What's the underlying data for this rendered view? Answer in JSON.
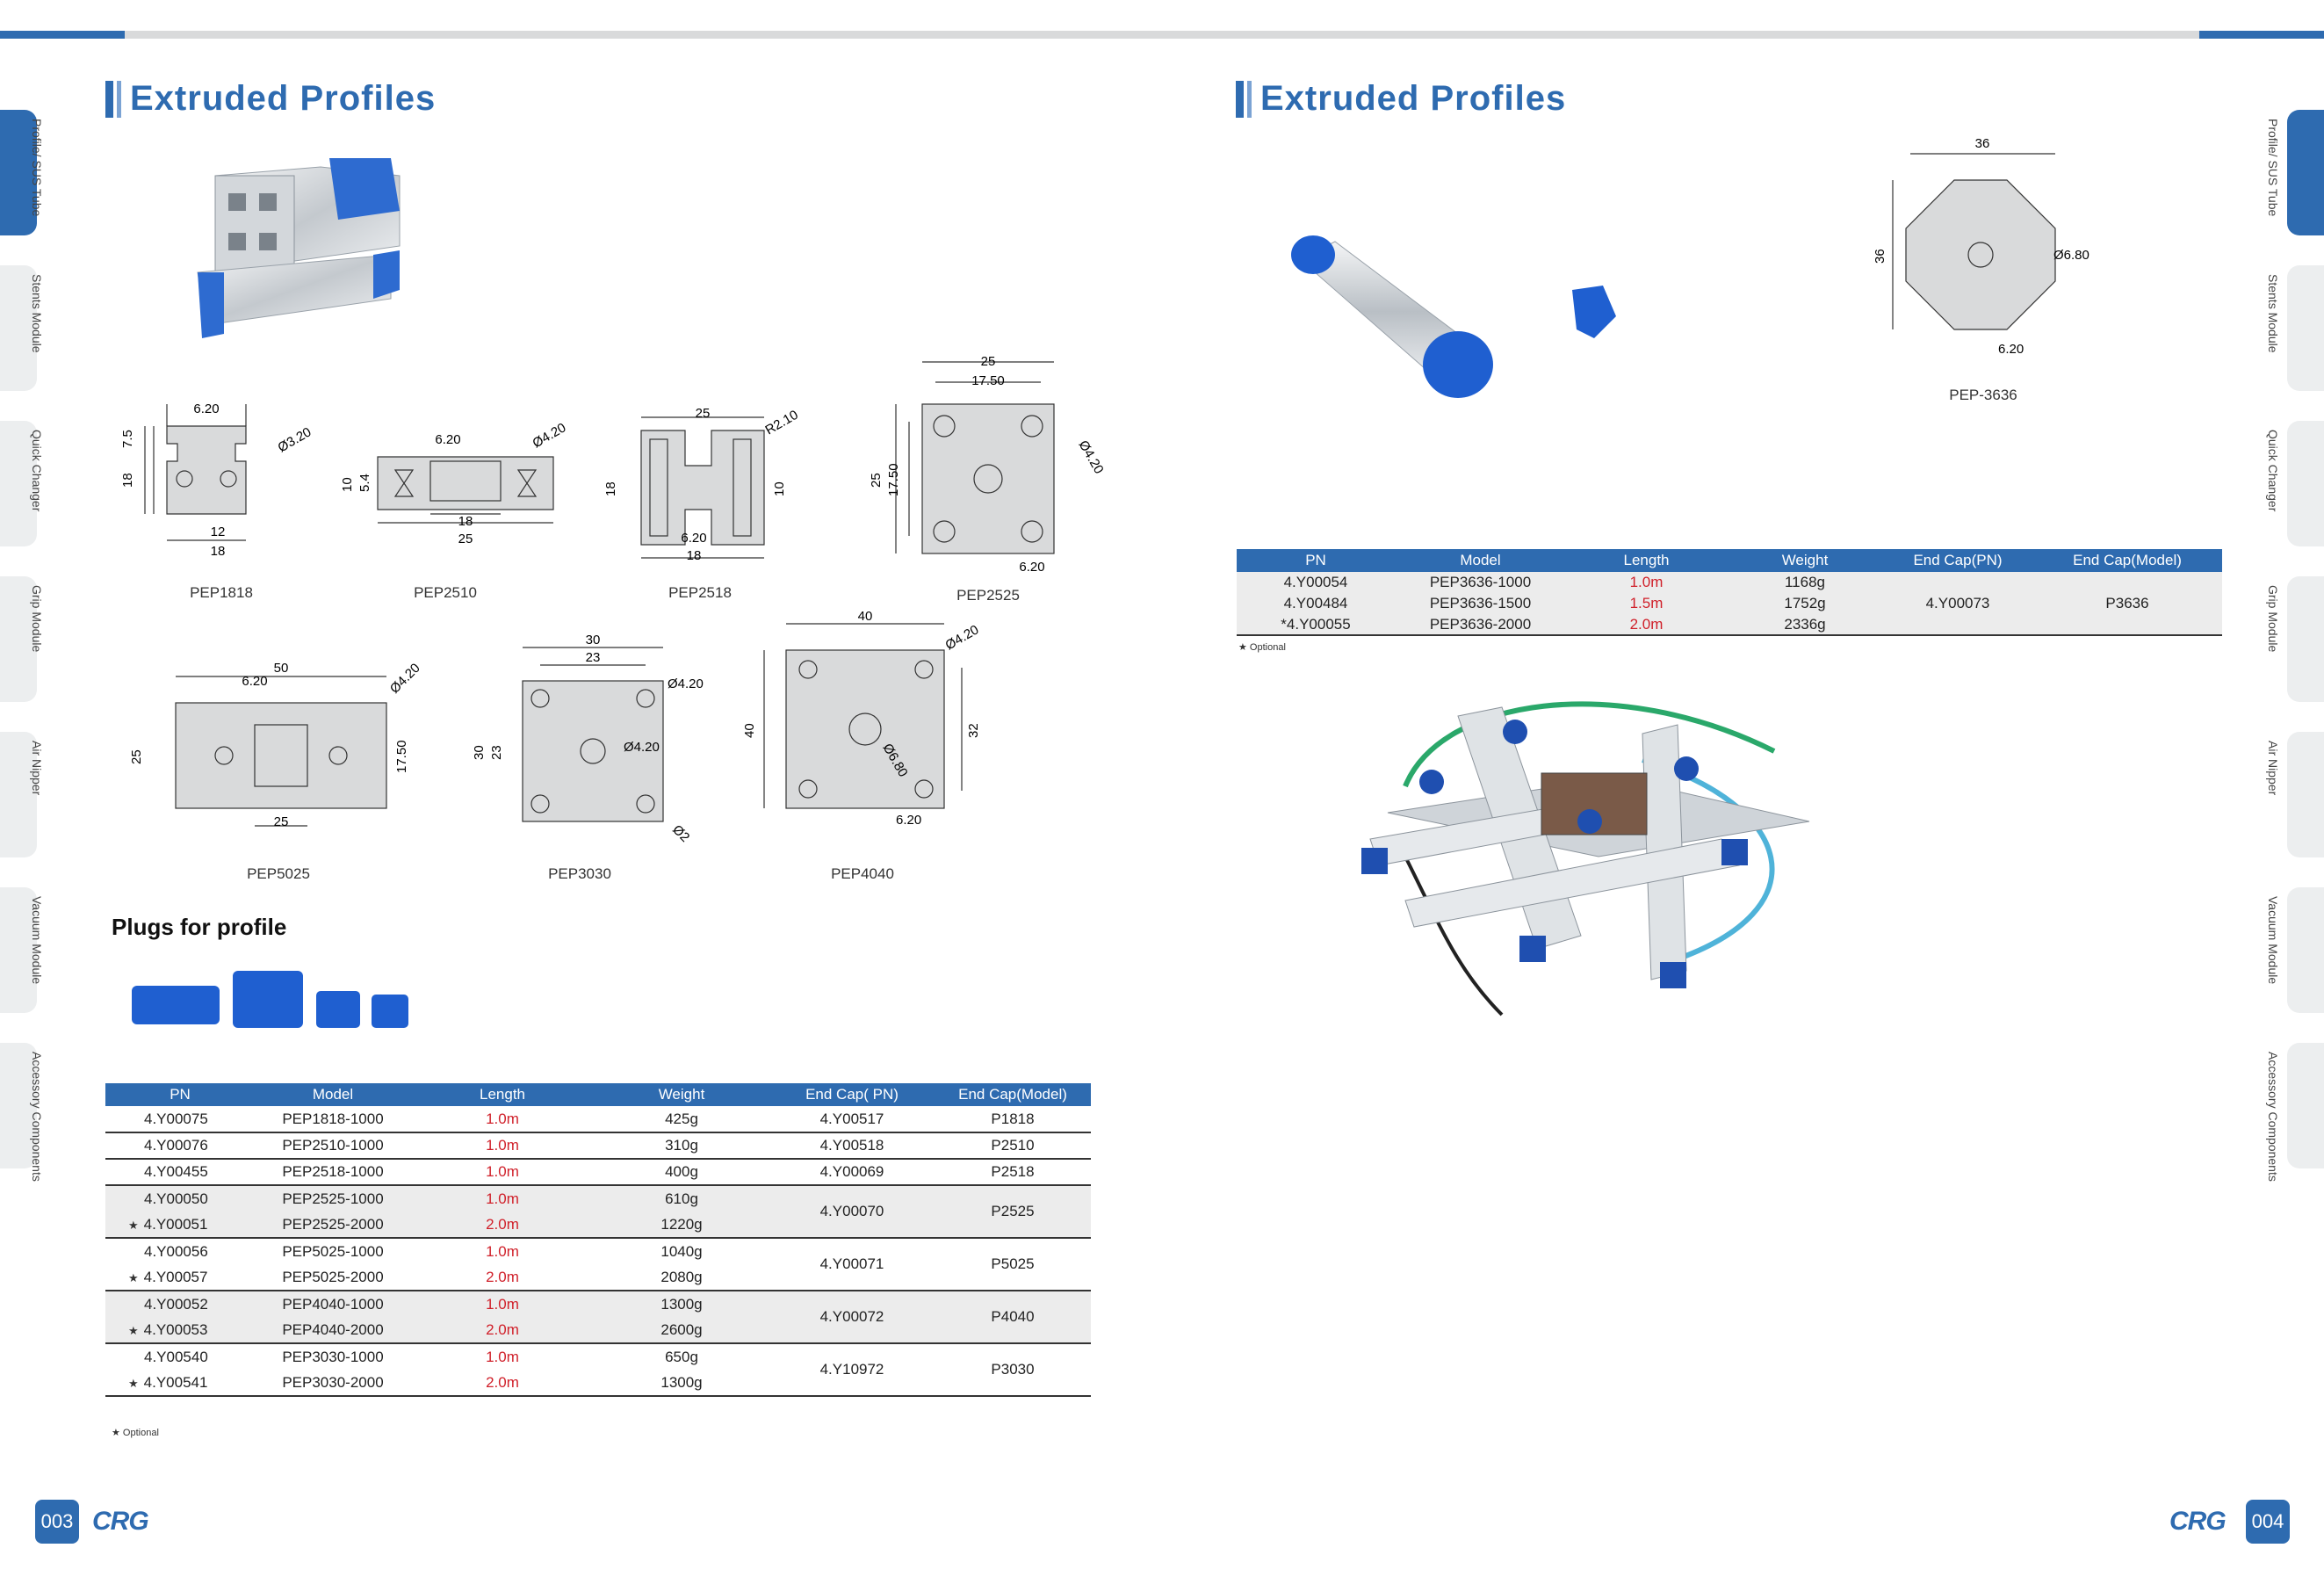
{
  "left": {
    "title": "Extruded Profiles",
    "drawings": [
      "PEP1818",
      "PEP2510",
      "PEP2518",
      "PEP2525",
      "PEP5025",
      "PEP3030",
      "PEP4040"
    ],
    "dims": {
      "pep1818": [
        "6.20",
        "7.5",
        "18",
        "Ø3.20",
        "12",
        "18"
      ],
      "pep2510": [
        "6.20",
        "Ø4.20",
        "10",
        "5.4",
        "18",
        "25"
      ],
      "pep2518": [
        "25",
        "R2.10",
        "18",
        "10",
        "6.20",
        "18"
      ],
      "pep2525": [
        "25",
        "17.50",
        "25",
        "17.50",
        "Ø4.20",
        "6.20"
      ],
      "pep5025": [
        "50",
        "6.20",
        "Ø4.20",
        "25",
        "17.50",
        "25"
      ],
      "pep3030": [
        "30",
        "23",
        "Ø4.20",
        "30",
        "23",
        "Ø4.20",
        "Ø2"
      ],
      "pep4040": [
        "40",
        "Ø4.20",
        "40",
        "32",
        "Ø6.80",
        "6.20"
      ]
    },
    "plugs_title": "Plugs for profile",
    "table": {
      "headers": [
        "PN",
        "Model",
        "Length",
        "Weight",
        "End Cap( PN)",
        "End Cap(Model)"
      ],
      "groups": [
        {
          "rows": [
            {
              "pn": "4.Y00075",
              "model": "PEP1818-1000",
              "length": "1.0m",
              "weight": "425g",
              "star": false
            }
          ],
          "cap_pn": "4.Y00517",
          "cap_model": "P1818",
          "shade": false
        },
        {
          "rows": [
            {
              "pn": "4.Y00076",
              "model": "PEP2510-1000",
              "length": "1.0m",
              "weight": "310g",
              "star": false
            }
          ],
          "cap_pn": "4.Y00518",
          "cap_model": "P2510",
          "shade": false
        },
        {
          "rows": [
            {
              "pn": "4.Y00455",
              "model": "PEP2518-1000",
              "length": "1.0m",
              "weight": "400g",
              "star": false
            }
          ],
          "cap_pn": "4.Y00069",
          "cap_model": "P2518",
          "shade": false
        },
        {
          "rows": [
            {
              "pn": "4.Y00050",
              "model": "PEP2525-1000",
              "length": "1.0m",
              "weight": "610g",
              "star": false
            },
            {
              "pn": "4.Y00051",
              "model": "PEP2525-2000",
              "length": "2.0m",
              "weight": "1220g",
              "star": true
            }
          ],
          "cap_pn": "4.Y00070",
          "cap_model": "P2525",
          "shade": true
        },
        {
          "rows": [
            {
              "pn": "4.Y00056",
              "model": "PEP5025-1000",
              "length": "1.0m",
              "weight": "1040g",
              "star": false
            },
            {
              "pn": "4.Y00057",
              "model": "PEP5025-2000",
              "length": "2.0m",
              "weight": "2080g",
              "star": true
            }
          ],
          "cap_pn": "4.Y00071",
          "cap_model": "P5025",
          "shade": false
        },
        {
          "rows": [
            {
              "pn": "4.Y00052",
              "model": "PEP4040-1000",
              "length": "1.0m",
              "weight": "1300g",
              "star": false
            },
            {
              "pn": "4.Y00053",
              "model": "PEP4040-2000",
              "length": "2.0m",
              "weight": "2600g",
              "star": true
            }
          ],
          "cap_pn": "4.Y00072",
          "cap_model": "P4040",
          "shade": true
        },
        {
          "rows": [
            {
              "pn": "4.Y00540",
              "model": "PEP3030-1000",
              "length": "1.0m",
              "weight": "650g",
              "star": false
            },
            {
              "pn": "4.Y00541",
              "model": "PEP3030-2000",
              "length": "2.0m",
              "weight": "1300g",
              "star": true
            }
          ],
          "cap_pn": "4.Y10972",
          "cap_model": "P3030",
          "shade": false
        }
      ]
    },
    "optional_note": "★ Optional",
    "page_number": "003"
  },
  "right": {
    "title": "Extruded Profiles",
    "drawing_label": "PEP-3636",
    "dims": [
      "36",
      "36",
      "Ø6.80",
      "6.20"
    ],
    "table": {
      "headers": [
        "PN",
        "Model",
        "Length",
        "Weight",
        "End Cap(PN)",
        "End Cap(Model)"
      ],
      "rows": [
        {
          "pn": "4.Y00054",
          "model": "PEP3636-1000",
          "length": "1.0m",
          "weight": "1168g"
        },
        {
          "pn": "4.Y00484",
          "model": "PEP3636-1500",
          "length": "1.5m",
          "weight": "1752g"
        },
        {
          "pn": "*4.Y00055",
          "model": "PEP3636-2000",
          "length": "2.0m",
          "weight": "2336g"
        }
      ],
      "cap_pn": "4.Y00073",
      "cap_model": "P3636"
    },
    "optional_note": "★ Optional",
    "page_number": "004"
  },
  "side_tabs": [
    "Profile/ SUS Tube",
    "Stents Module",
    "Quick Changer",
    "Grip Module",
    "Air Nipper",
    "Vacuum Module",
    "Accessory Components"
  ],
  "logo_text": "CRG",
  "colors": {
    "brand_blue": "#2e6bb0",
    "length_red": "#d0202a",
    "row_shade": "#ececec"
  }
}
